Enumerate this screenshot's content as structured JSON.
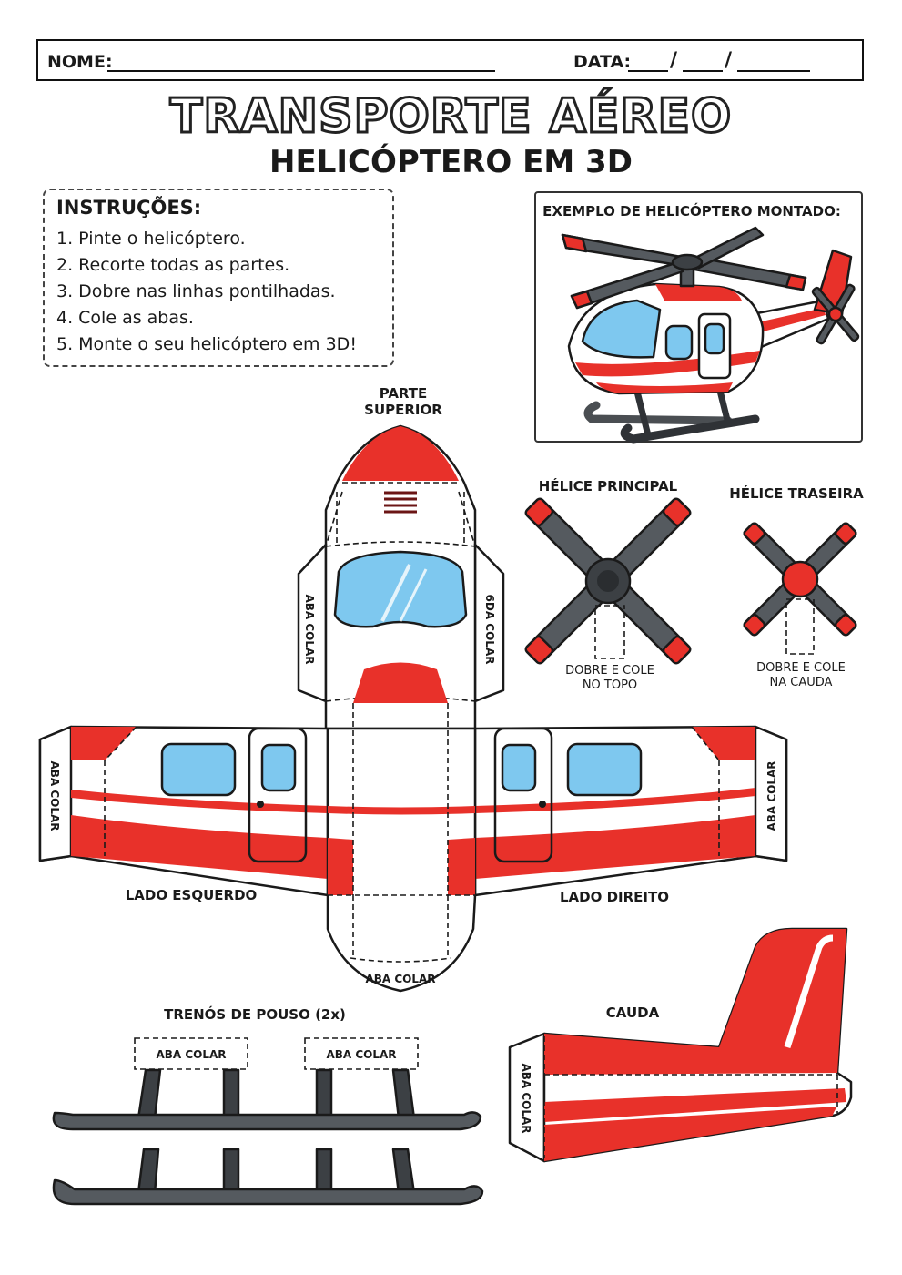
{
  "header": {
    "name_label": "NOME:",
    "date_label": "DATA:",
    "date_sep1": "/",
    "date_sep2": "/"
  },
  "title": {
    "main": "TRANSPORTE AÉREO",
    "sub": "HELICÓPTERO EM 3D"
  },
  "instructions": {
    "title": "INSTRUÇÕES:",
    "items": [
      "1.  Pinte o helicóptero.",
      "2.  Recorte todas as partes.",
      "3.  Dobre nas linhas pontilhadas.",
      "4.  Cole as abas.",
      "5.  Monte o seu helicóptero em 3D!"
    ]
  },
  "example": {
    "title": "EXEMPLO DE HELICÓPTERO MONTADO:"
  },
  "parts": {
    "top": "PARTE SUPERIOR",
    "main_rotor": "HÉLICE PRINCIPAL",
    "tail_rotor": "HÉLICE TRASEIRA",
    "main_rotor_tab": "DOBRE E COLE NO TOPO",
    "tail_rotor_tab": "DOBRE E COLE NA CAUDA",
    "left_side": "LADO ESQUERDO",
    "right_side": "LADO DIREITO",
    "skids": "TRENÓS DE POUSO (2x)",
    "tail": "CAUDA"
  },
  "tabs": {
    "aba_colar": "ABA COLAR",
    "right_top_tab": "6DA COLAR"
  },
  "colors": {
    "red": "#e8312a",
    "dark_red": "#c8221c",
    "gray": "#555a5f",
    "glass": "#7ec8ef",
    "outline": "#1a1a1a"
  }
}
